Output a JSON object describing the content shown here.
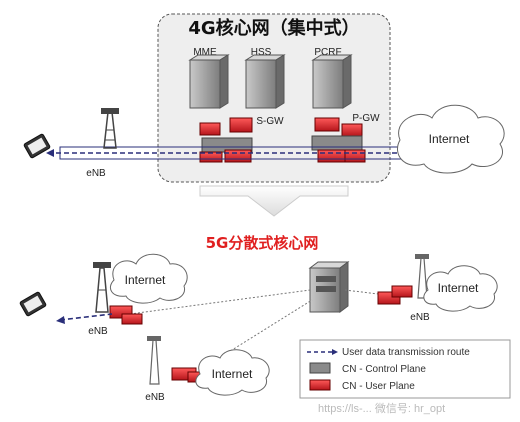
{
  "top": {
    "title": "4G核心网（集中式）",
    "servers": [
      "MME",
      "HSS",
      "PCRF"
    ],
    "gateways": [
      "S-GW",
      "P-GW"
    ],
    "enb_label": "eNB",
    "internet_label": "Internet"
  },
  "bottom": {
    "title": "5G分散式核心网",
    "enb_labels": [
      "eNB",
      "eNB",
      "eNB"
    ],
    "internet_labels": [
      "Internet",
      "Internet",
      "Internet"
    ]
  },
  "legend": {
    "items": [
      {
        "label": "User data transmission route"
      },
      {
        "label": "CN - Control Plane"
      },
      {
        "label": "CN - User Plane"
      }
    ]
  },
  "watermark": {
    "text": "https://ls-...  微信号: hr_opt"
  },
  "colors": {
    "user_plane": "#d9252c",
    "control_plane": "#8a8a8a",
    "route": "#2a2f7a"
  }
}
